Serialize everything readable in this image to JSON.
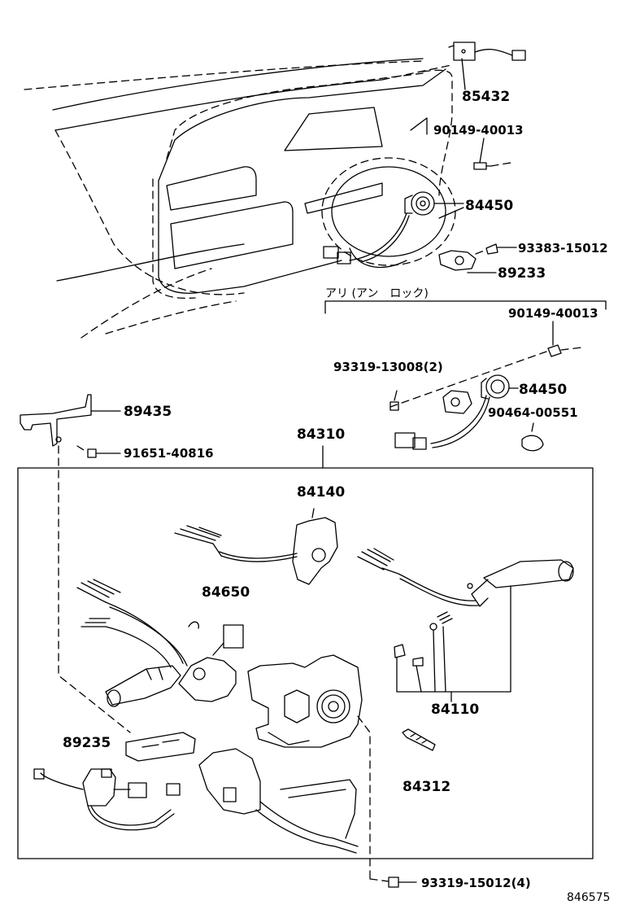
{
  "parts": {
    "p85432": "85432",
    "p90149_a": "90149-40013",
    "p84450_a": "84450",
    "p93383": "93383-15012",
    "p89233": "89233",
    "note_ari": "アリ (アン　ロック)",
    "p90149_b": "90149-40013",
    "p93319_13008": "93319-13008(2)",
    "p84450_b": "84450",
    "p90464": "90464-00551",
    "p89435": "89435",
    "p91651": "91651-40816",
    "p84310": "84310",
    "p84140": "84140",
    "p84650": "84650",
    "p84110": "84110",
    "p89235": "89235",
    "p84312": "84312",
    "p93319_15012": "93319-15012(4)"
  },
  "figure_number": "846575"
}
